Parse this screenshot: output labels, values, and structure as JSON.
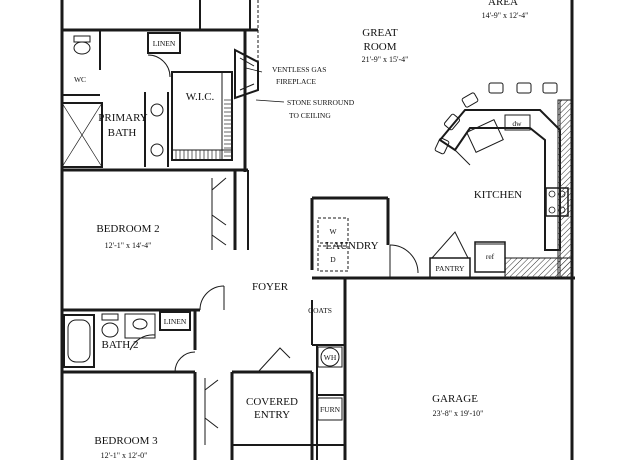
{
  "rooms": {
    "area": {
      "label": "AREA",
      "dims": "14'-9\" x 12'-4\""
    },
    "great_room": {
      "label": "GREAT",
      "label2": "ROOM",
      "dims": "21'-9\" x 15'-4\""
    },
    "primary_bath": {
      "label": "PRIMARY",
      "label2": "BATH"
    },
    "wc": {
      "label": "WC"
    },
    "linen_1": {
      "label": "LINEN"
    },
    "wic": {
      "label": "W.I.C."
    },
    "bedroom_2": {
      "label": "BEDROOM 2",
      "dims": "12'-1\" x 14'-4\""
    },
    "bath_2": {
      "label": "BATH 2"
    },
    "linen_2": {
      "label": "LINEN"
    },
    "bedroom_3": {
      "label": "BEDROOM 3",
      "dims": "12'-1\" x 12'-0\""
    },
    "foyer": {
      "label": "FOYER"
    },
    "coats": {
      "label": "COATS"
    },
    "covered_entry": {
      "label": "COVERED",
      "label2": "ENTRY"
    },
    "wh": {
      "label": "WH"
    },
    "furn": {
      "label": "FURN"
    },
    "laundry": {
      "label": "LAUNDRY",
      "washer": "W",
      "dryer": "D"
    },
    "pantry": {
      "label": "PANTRY"
    },
    "ref": {
      "label": "ref"
    },
    "kitchen": {
      "label": "KITCHEN",
      "dw": "dw"
    },
    "garage": {
      "label": "GARAGE",
      "dims": "23'-8\" x 19'-10\""
    }
  },
  "notes": {
    "fireplace_1": "VENTLESS GAS",
    "fireplace_2": "FIREPLACE",
    "stone_1": "STONE SURROUND",
    "stone_2": "TO CEILING"
  }
}
